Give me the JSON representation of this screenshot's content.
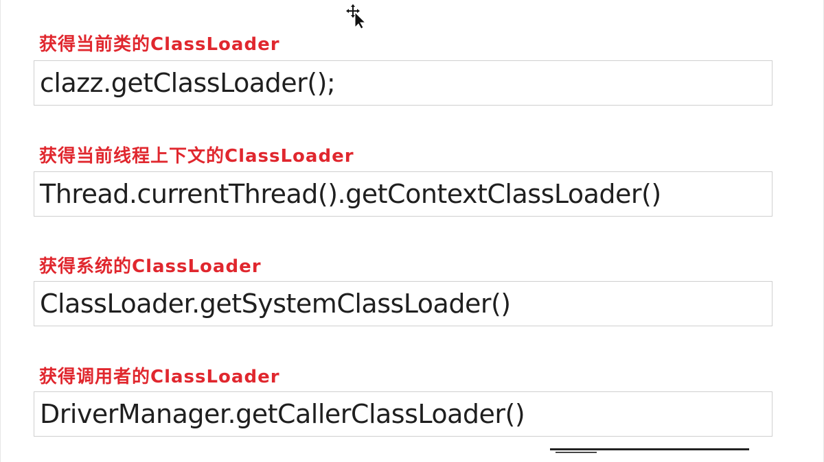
{
  "sections": [
    {
      "heading": "获得当前类的ClassLoader",
      "code": "clazz.getClassLoader();"
    },
    {
      "heading": "获得当前线程上下文的ClassLoader",
      "code": "Thread.currentThread().getContextClassLoader()"
    },
    {
      "heading": "获得系统的ClassLoader",
      "code": "ClassLoader.getSystemClassLoader()"
    },
    {
      "heading": "获得调用者的ClassLoader",
      "code": "DriverManager.getCallerClassLoader()"
    }
  ],
  "colors": {
    "heading": "#e0272e",
    "code_text": "#1f1f1f",
    "box_border": "#cfcfcf",
    "background": "#ffffff"
  },
  "icons": {
    "cursor": "move-cursor-icon"
  }
}
